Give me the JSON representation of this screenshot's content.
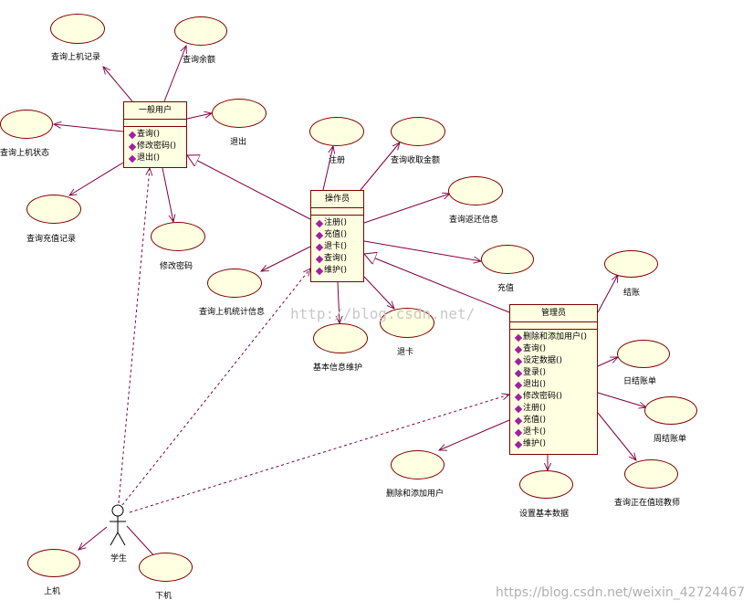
{
  "classes": {
    "general_user": {
      "name": "一般用户",
      "ops": [
        "查询()",
        "修改密码()",
        "退出()"
      ]
    },
    "operator": {
      "name": "操作员",
      "ops": [
        "注册()",
        "充值()",
        "退卡()",
        "查询()",
        "维护()"
      ]
    },
    "admin": {
      "name": "管理员",
      "ops": [
        "删除和添加用户()",
        "查询()",
        "设定数据()",
        "登录()",
        "退出()",
        "修改密码()",
        "注册()",
        "充值()",
        "退卡()",
        "维护()"
      ]
    }
  },
  "use_cases": {
    "query_login_records": "查询上机记录",
    "query_balance": "查询余额",
    "exit": "退出",
    "query_login_status": "查询上机状态",
    "query_recharge_records": "查询充值记录",
    "change_password": "修改密码",
    "register": "注册",
    "query_collected_amount": "查询收取金额",
    "query_refund_info": "查询返还信息",
    "recharge": "充值",
    "query_login_statistics": "查询上机统计信息",
    "basic_info_maintenance": "基本信息维护",
    "return_card": "退卡",
    "settle_accounts": "结账",
    "daily_statement": "日结账单",
    "weekly_statement": "周结账单",
    "query_on_duty_teacher": "查询正在值班教师",
    "set_basic_data": "设置基本数据",
    "delete_add_users": "删除和添加用户",
    "log_on": "上机",
    "log_off": "下机"
  },
  "actor": {
    "name": "学生"
  },
  "watermark": "http://blog.csdn.net/",
  "source_watermark": "https://blog.csdn.net/weixin_42724467"
}
